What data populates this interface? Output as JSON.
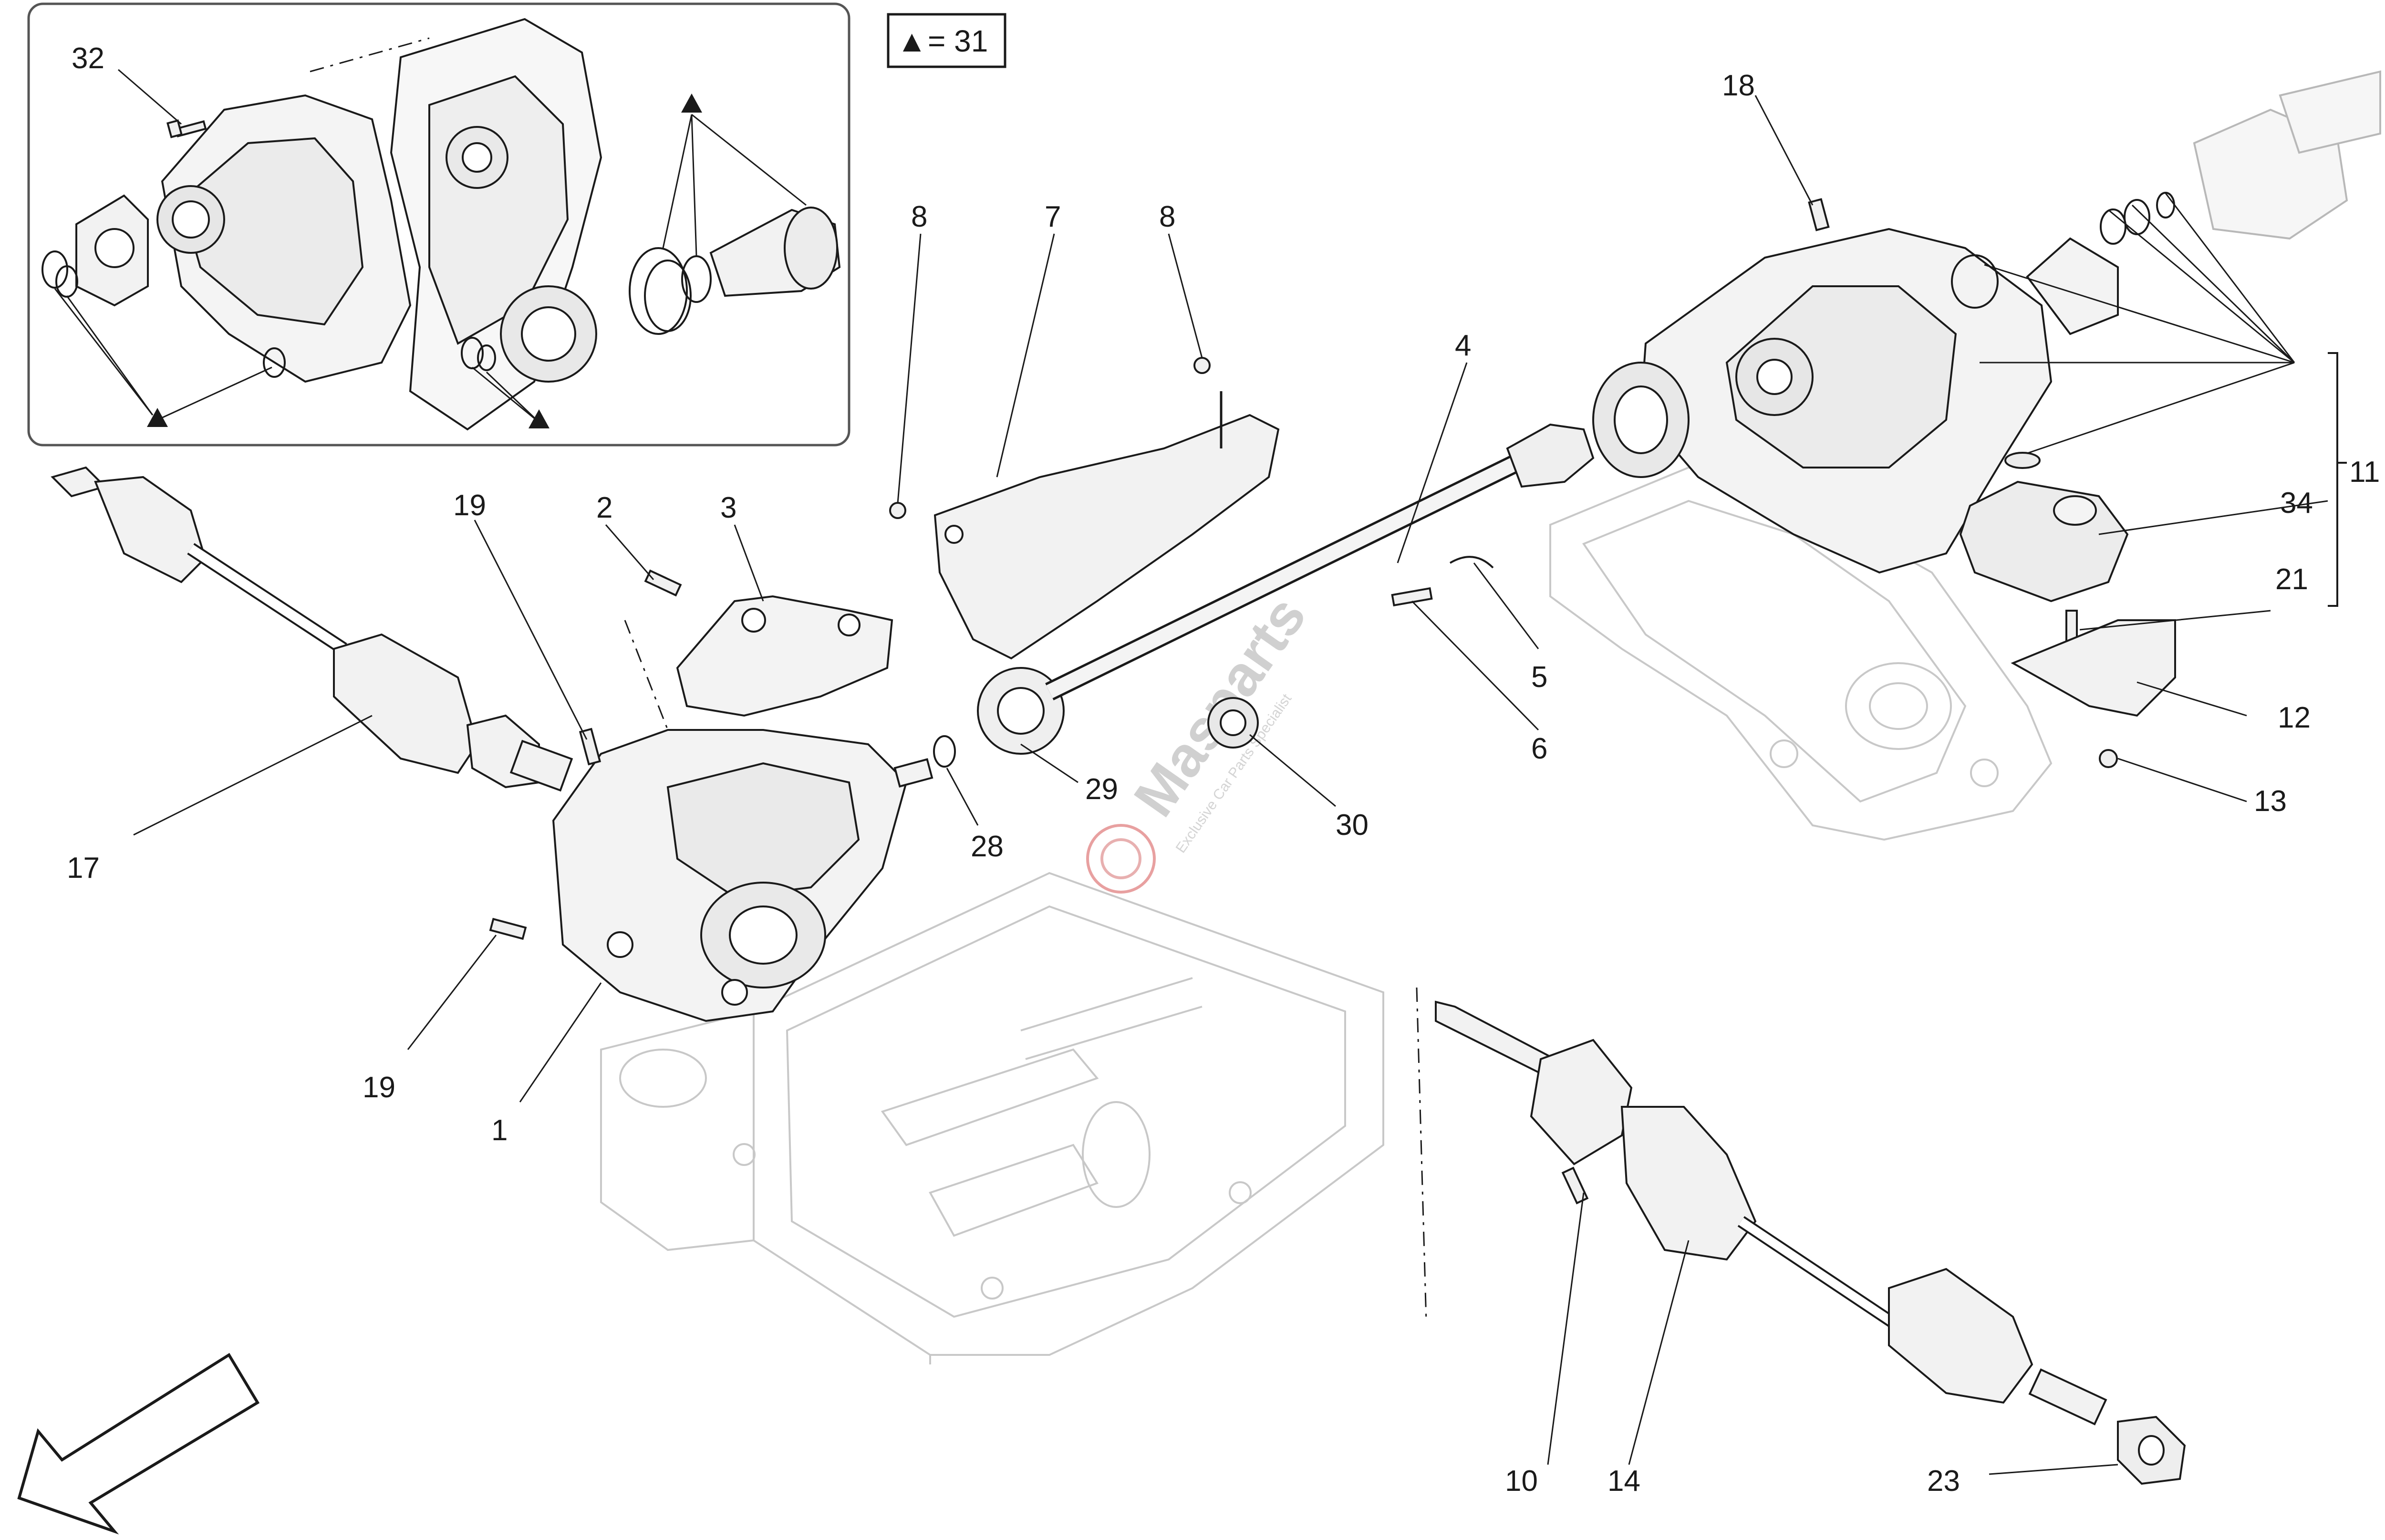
{
  "legend": {
    "symbol": "▲",
    "equals_text": "= 31"
  },
  "inset_callouts": [
    "32"
  ],
  "callouts": {
    "n1": "1",
    "n2": "2",
    "n3": "3",
    "n4": "4",
    "n5": "5",
    "n6": "6",
    "n7": "7",
    "n8a": "8",
    "n8b": "8",
    "n10": "10",
    "n11": "11",
    "n12": "12",
    "n13": "13",
    "n14": "14",
    "n17": "17",
    "n18": "18",
    "n19a": "19",
    "n19b": "19",
    "n21": "21",
    "n23": "23",
    "n28": "28",
    "n29": "29",
    "n30": "30",
    "n32": "32",
    "n34": "34"
  },
  "watermark": {
    "brand": "Masparts",
    "tagline": "Exclusive Car Parts Specialist"
  },
  "colors": {
    "line": "#1a1a1a",
    "ghost": "#c8c8c8",
    "part_fill": "#f2f2f2",
    "watermark": "#d0d0d0",
    "logo_red": "#e8a0a0"
  }
}
